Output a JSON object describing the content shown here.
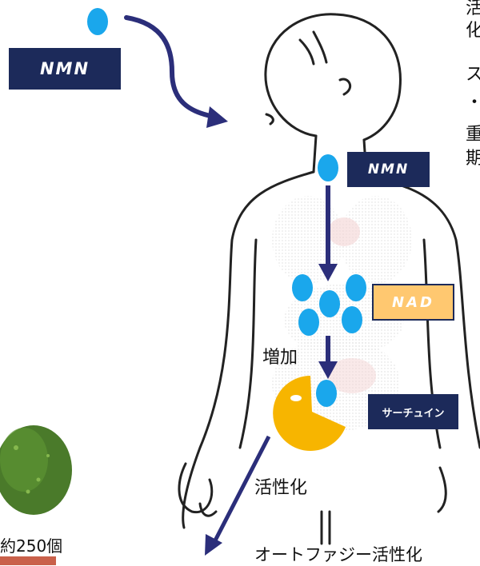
{
  "labels": {
    "nmn_top": "NMN",
    "nmn_body": "NMN",
    "nad": "NAD",
    "sirtuin": "サーチュイン",
    "increase": "増加",
    "activate": "活性化",
    "autophagy": "オートファジー活性化",
    "avocado_count": "約250個"
  },
  "side_text": {
    "line1": "活",
    "line2": "化",
    "line3": "ス",
    "line4": "・",
    "line5": "重",
    "line6": "期"
  },
  "colors": {
    "navy": "#1c2a5a",
    "cyan": "#1aa7ec",
    "nad_fill": "#ffc870",
    "pacman": "#f7b500",
    "arrow": "#2b2e7a"
  }
}
